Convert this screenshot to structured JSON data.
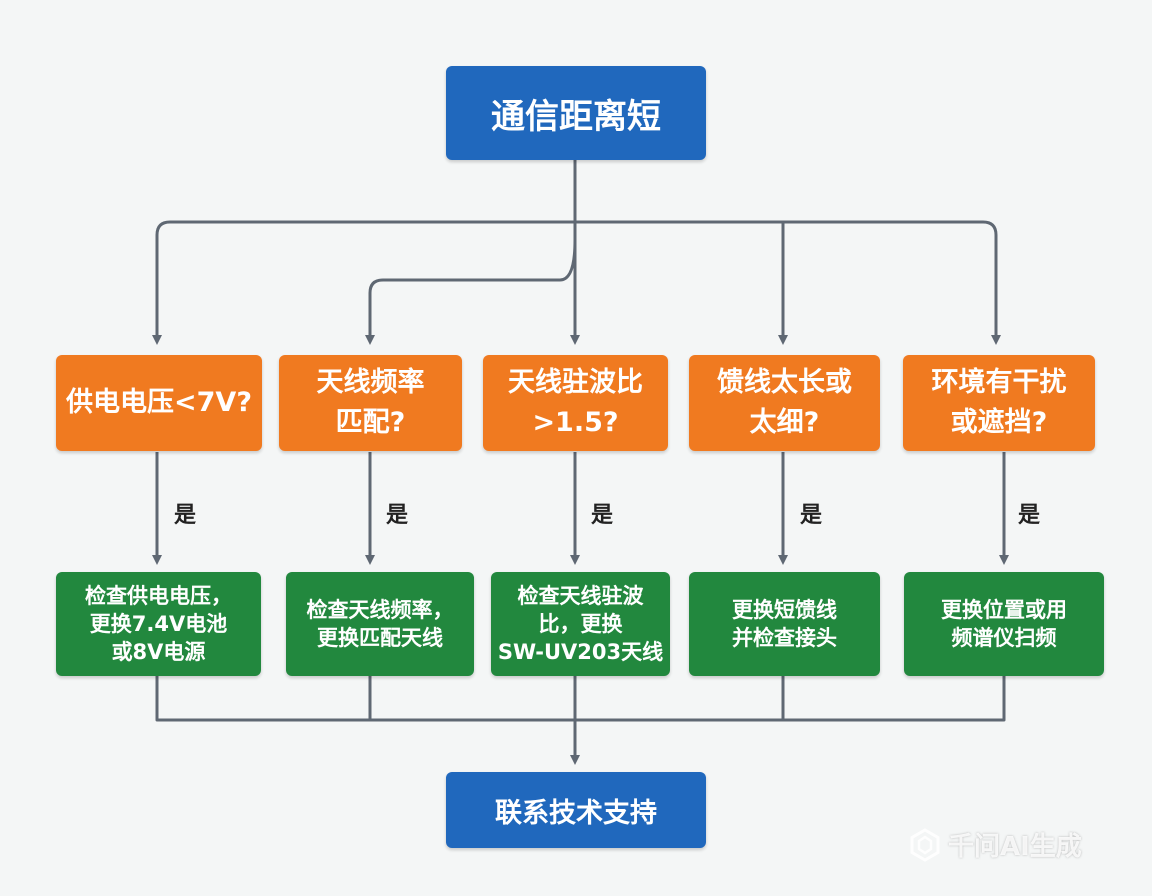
{
  "start": {
    "label": "通信距离短"
  },
  "checks": [
    {
      "question": "供电电压<7V?",
      "yes_label": "是",
      "action": "检查供电电压，\n更换7.4V电池\n或8V电源"
    },
    {
      "question": "天线频率\n匹配?",
      "yes_label": "是",
      "action": "检查天线频率，\n更换匹配天线"
    },
    {
      "question": "天线驻波比\n>1.5?",
      "yes_label": "是",
      "action": "检查天线驻波\n比，更换\nSW-UV203天线"
    },
    {
      "question": "馈线太长或\n太细?",
      "yes_label": "是",
      "action": "更换短馈线\n并检查接头"
    },
    {
      "question": "环境有干扰\n或遮挡?",
      "yes_label": "是",
      "action": "更换位置或用\n频谱仪扫频"
    }
  ],
  "end": {
    "label": "联系技术支持"
  },
  "watermark": {
    "text": "千问AI生成"
  },
  "colors": {
    "blue": "#2068bd",
    "orange": "#f07a20",
    "green": "#22883e",
    "line": "#5f6873"
  }
}
